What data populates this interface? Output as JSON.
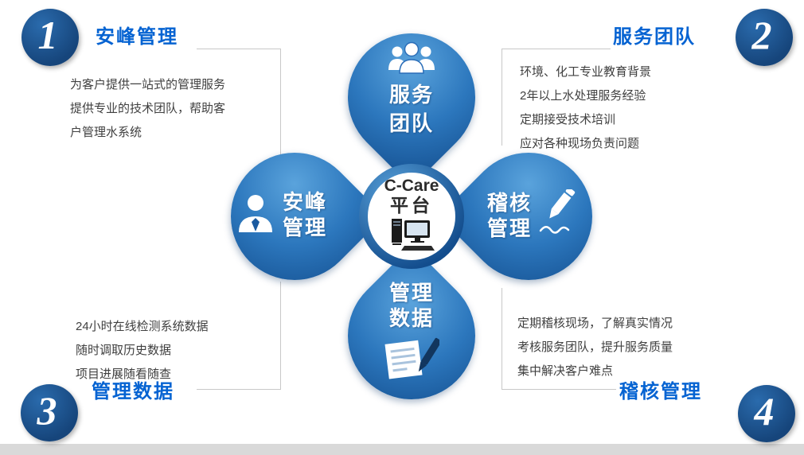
{
  "center": {
    "brand": "C-Care",
    "platform": "平台",
    "icon": "desktop-computer-icon"
  },
  "petals": {
    "top": {
      "line1": "服务",
      "line2": "团队",
      "icon": "team-icon"
    },
    "left": {
      "line1": "安峰",
      "line2": "管理",
      "icon": "person-icon"
    },
    "right": {
      "line1": "稽核",
      "line2": "管理",
      "icon": "pencil-icon"
    },
    "bottom": {
      "line1": "管理",
      "line2": "数据",
      "icon": "document-pen-icon"
    }
  },
  "sections": {
    "top_left": {
      "number": "1",
      "heading": "安峰管理",
      "lines": [
        "为客户提供一站式的管理服务",
        "提供专业的技术团队，帮助客",
        "户管理水系统"
      ]
    },
    "top_right": {
      "number": "2",
      "heading": "服务团队",
      "lines": [
        "环境、化工专业教育背景",
        "2年以上水处理服务经验",
        "定期接受技术培训",
        "应对各种现场负责问题"
      ]
    },
    "bottom_left": {
      "number": "3",
      "heading": "管理数据",
      "lines": [
        "24小时在线检测系统数据",
        "随时调取历史数据",
        "项目进展随看随查"
      ]
    },
    "bottom_right": {
      "number": "4",
      "heading": "稽核管理",
      "lines": [
        "定期稽核现场，了解真实情况",
        "考核服务团队，提升服务质量",
        "集中解决客户难点"
      ]
    }
  },
  "colors": {
    "petal_light": "#5aa3dc",
    "petal_mid": "#2c77bd",
    "petal_dark": "#134d8d",
    "heading_blue": "#0563d2",
    "number_circle": "#16457b",
    "body_text": "#404040",
    "connector": "#c8c8c8"
  }
}
